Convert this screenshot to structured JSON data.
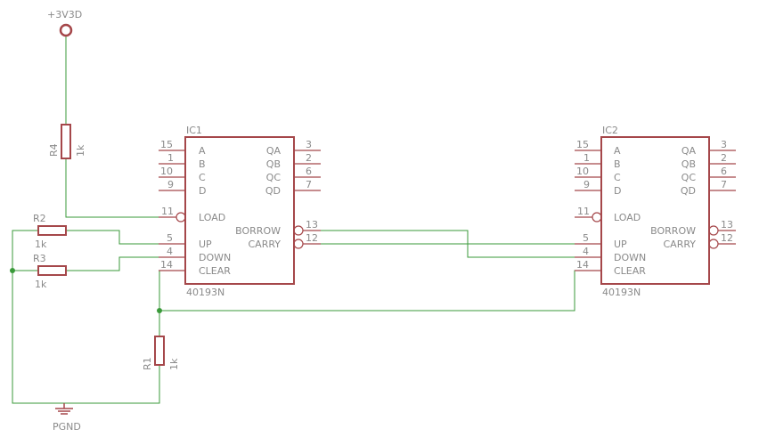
{
  "power": {
    "label": "+3V3D"
  },
  "ground": {
    "label": "PGND"
  },
  "resistors": {
    "r1": {
      "name": "R1",
      "value": "1k"
    },
    "r2": {
      "name": "R2",
      "value": "1k"
    },
    "r3": {
      "name": "R3",
      "value": "1k"
    },
    "r4": {
      "name": "R4",
      "value": "1k"
    }
  },
  "ic1": {
    "name": "IC1",
    "part": "40193N",
    "left_pins": [
      {
        "num": "15",
        "label": "A"
      },
      {
        "num": "1",
        "label": "B"
      },
      {
        "num": "10",
        "label": "C"
      },
      {
        "num": "9",
        "label": "D"
      },
      {
        "num": "11",
        "label": "LOAD"
      },
      {
        "num": "5",
        "label": "UP"
      },
      {
        "num": "4",
        "label": "DOWN"
      },
      {
        "num": "14",
        "label": "CLEAR"
      }
    ],
    "right_pins": [
      {
        "num": "3",
        "label": "QA"
      },
      {
        "num": "2",
        "label": "QB"
      },
      {
        "num": "6",
        "label": "QC"
      },
      {
        "num": "7",
        "label": "QD"
      },
      {
        "num": "13",
        "label": "BORROW"
      },
      {
        "num": "12",
        "label": "CARRY"
      }
    ]
  },
  "ic2": {
    "name": "IC2",
    "part": "40193N",
    "left_pins": [
      {
        "num": "15",
        "label": "A"
      },
      {
        "num": "1",
        "label": "B"
      },
      {
        "num": "10",
        "label": "C"
      },
      {
        "num": "9",
        "label": "D"
      },
      {
        "num": "11",
        "label": "LOAD"
      },
      {
        "num": "5",
        "label": "UP"
      },
      {
        "num": "4",
        "label": "DOWN"
      },
      {
        "num": "14",
        "label": "CLEAR"
      }
    ],
    "right_pins": [
      {
        "num": "3",
        "label": "QA"
      },
      {
        "num": "2",
        "label": "QB"
      },
      {
        "num": "6",
        "label": "QC"
      },
      {
        "num": "7",
        "label": "QD"
      },
      {
        "num": "13",
        "label": "BORROW"
      },
      {
        "num": "12",
        "label": "CARRY"
      }
    ]
  }
}
